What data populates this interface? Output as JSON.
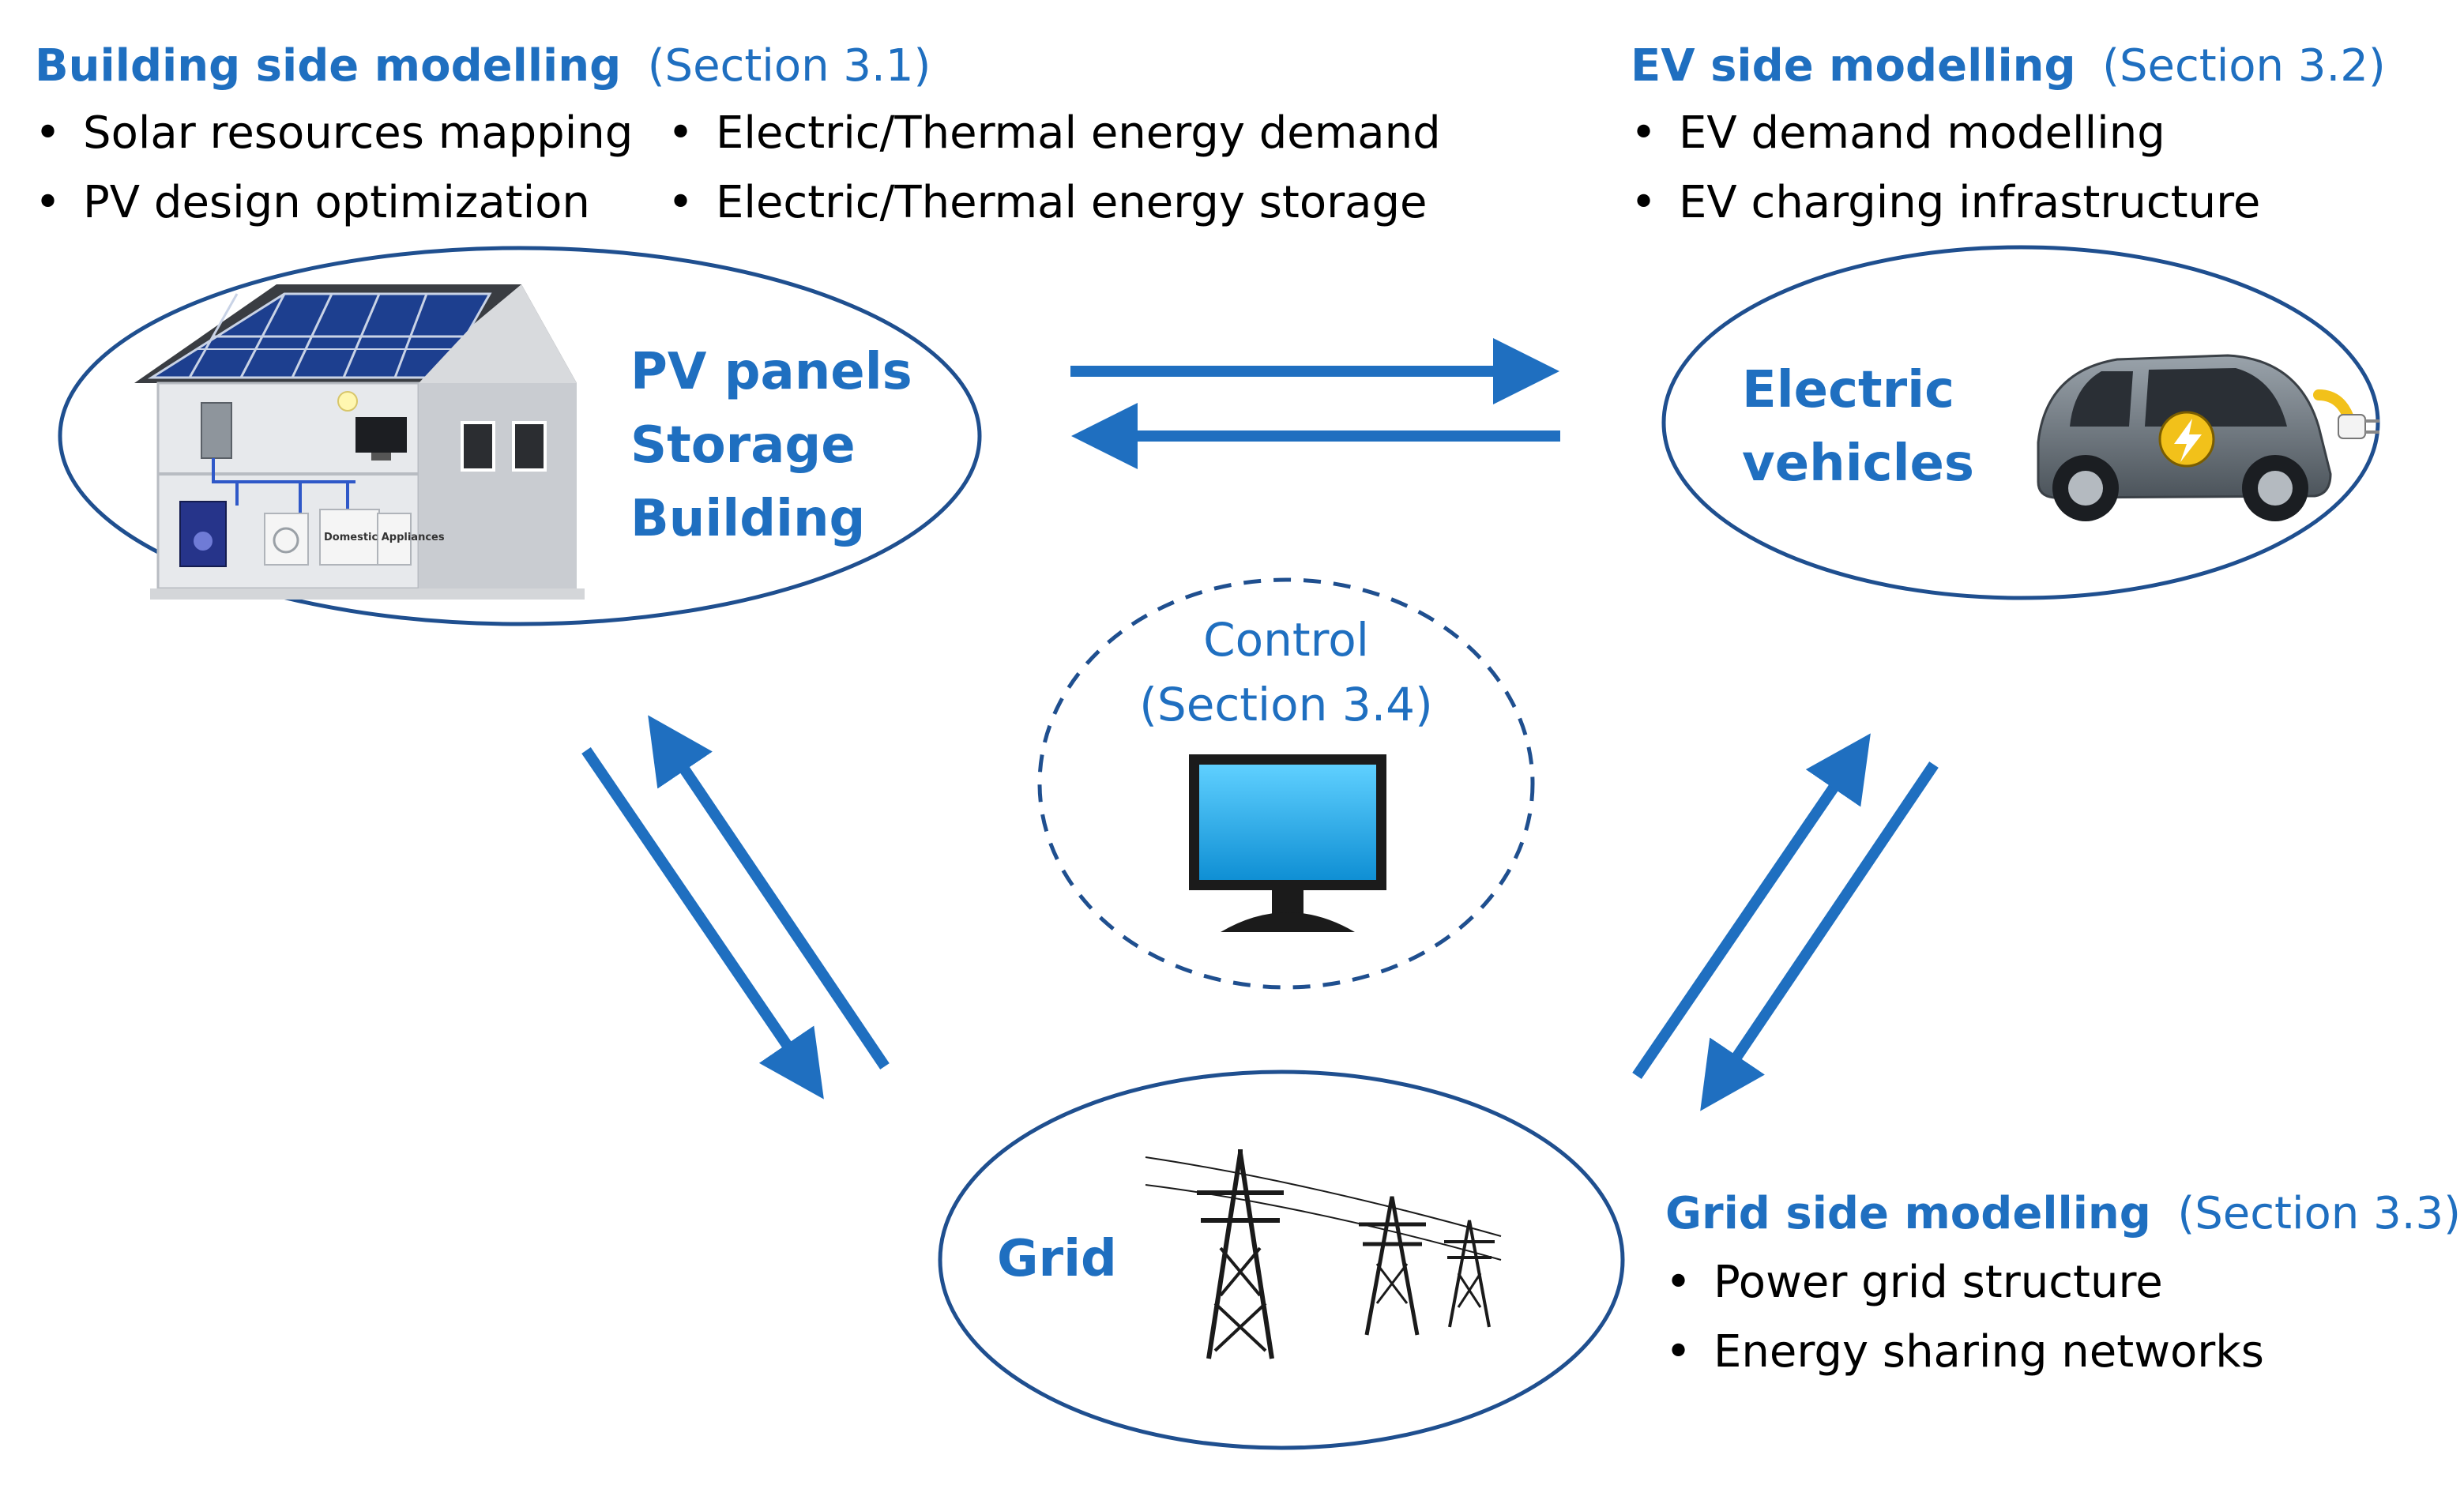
{
  "colors": {
    "accent": "#1f6fc0",
    "outline": "#1f4f8f",
    "text": "#000000",
    "screen": "#16a8e8"
  },
  "building": {
    "heading": "Building side modelling",
    "section": "(Section 3.1)",
    "bullets_left": [
      "Solar resources mapping",
      "PV design optimization"
    ],
    "bullets_right": [
      "Electric/Thermal energy demand",
      "Electric/Thermal energy storage"
    ],
    "node_lines": [
      "PV panels",
      "Storage",
      "Building"
    ],
    "appliance_label": "Domestic Appliances",
    "icon": "house-with-solar-panels-icon"
  },
  "ev": {
    "heading": "EV side modelling",
    "section": "(Section 3.2)",
    "bullets": [
      "EV demand modelling",
      "EV charging infrastructure"
    ],
    "node_lines": [
      "Electric",
      "vehicles"
    ],
    "icon": "electric-car-icon"
  },
  "grid": {
    "heading": "Grid side modelling",
    "section": "(Section 3.3)",
    "bullets": [
      "Power grid structure",
      "Energy sharing networks"
    ],
    "node_label": "Grid",
    "icon": "power-pylon-icon"
  },
  "control": {
    "title": "Control",
    "section": "(Section 3.4)",
    "icon": "computer-monitor-icon"
  },
  "bullet_char": "•"
}
